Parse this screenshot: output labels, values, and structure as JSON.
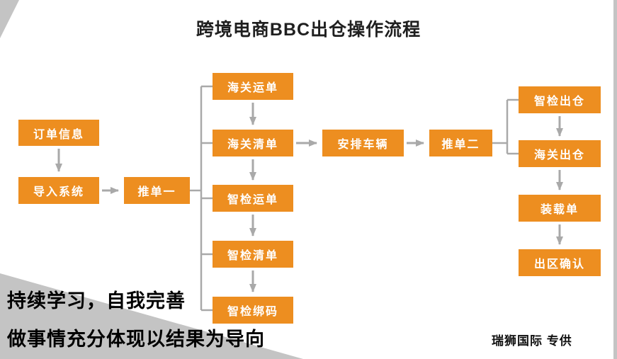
{
  "title": "跨境电商BBC出仓操作流程",
  "nodes": {
    "order_info": "订单信息",
    "import_system": "导入系统",
    "push_order_1": "推单一",
    "customs_waybill": "海关运单",
    "customs_manifest": "海关清单",
    "smart_check_waybill": "智检运单",
    "smart_check_manifest": "智检清单",
    "smart_check_binding": "智检绑码",
    "arrange_vehicle": "安排车辆",
    "push_order_2": "推单二",
    "smart_check_exit": "智检出仓",
    "customs_exit": "海关出仓",
    "loading_list": "装载单",
    "exit_confirm": "出区确认"
  },
  "footer": {
    "slogan_line1": "持续学习，自我完善",
    "slogan_line2": "做事情充分体现以结果为导向",
    "brand": "瑞狮国际 专供"
  },
  "colors": {
    "node_fill": "#ed8e20",
    "node_text": "#ffffff",
    "connector": "#a9a9a9",
    "corner": "#c4c4c4"
  }
}
